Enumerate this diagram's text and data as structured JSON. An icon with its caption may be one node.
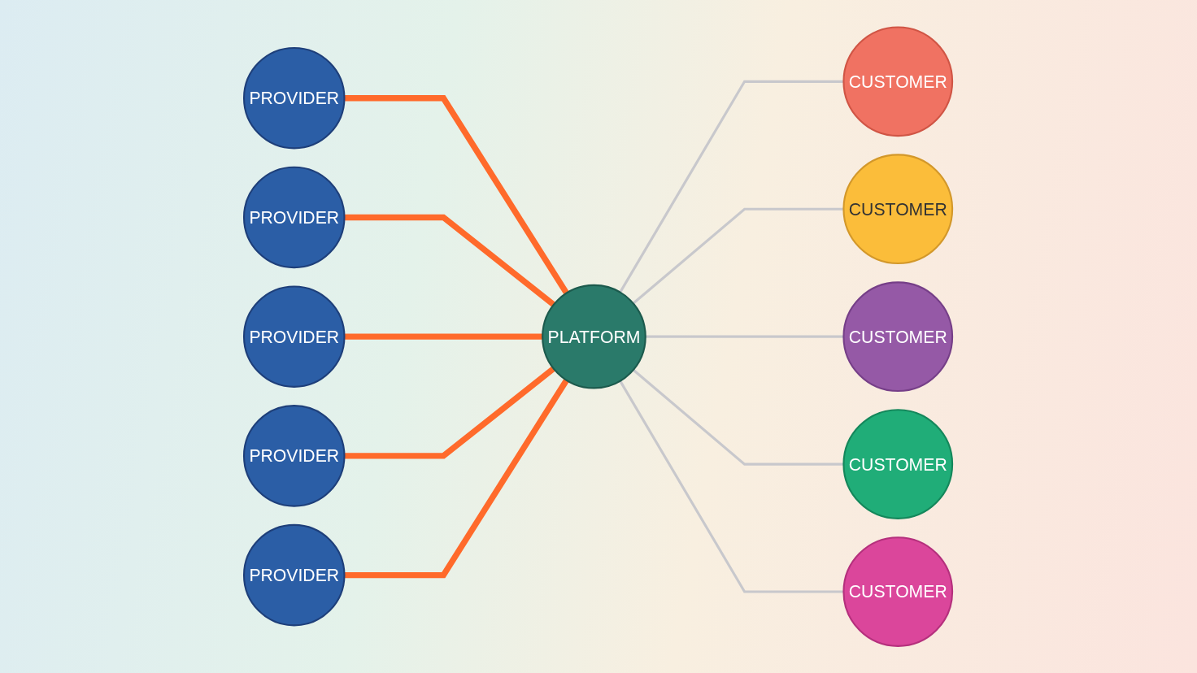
{
  "diagram": {
    "nodes": [
      {
        "text": [
          "PROVIDER"
        ]
      },
      {
        "text": [
          "PROVIDER"
        ]
      },
      {
        "text": [
          "PROVIDER"
        ]
      },
      {
        "text": [
          "PROVIDER"
        ]
      },
      {
        "text": [
          "PROVIDER"
        ]
      },
      {
        "text": [
          "PLATFORM"
        ]
      },
      {
        "text": [
          "CUSTOMER"
        ]
      },
      {
        "text": [
          "CUSTOMER"
        ]
      },
      {
        "text": [
          "CUSTOMER"
        ]
      },
      {
        "text": [
          "CUSTOMER"
        ]
      },
      {
        "text": [
          "CUSTOMER"
        ]
      }
    ],
    "edges": [
      {
        "from": 0,
        "to": 5,
        "arrow": "none",
        "style": "thick",
        "color": "#ff6a2b"
      },
      {
        "from": 1,
        "to": 5,
        "arrow": "none",
        "style": "thick",
        "color": "#ff6a2b"
      },
      {
        "from": 2,
        "to": 5,
        "arrow": "none",
        "style": "thick",
        "color": "#ff6a2b"
      },
      {
        "from": 3,
        "to": 5,
        "arrow": "none",
        "style": "thick",
        "color": "#ff6a2b"
      },
      {
        "from": 4,
        "to": 5,
        "arrow": "none",
        "style": "thick",
        "color": "#ff6a2b"
      },
      {
        "from": 5,
        "to": 6,
        "arrow": "none",
        "color": "#c8c8cc"
      },
      {
        "from": 5,
        "to": 7,
        "arrow": "none",
        "color": "#c8c8cc"
      },
      {
        "from": 5,
        "to": 8,
        "arrow": "none",
        "color": "#c8c8cc"
      },
      {
        "from": 5,
        "to": 9,
        "arrow": "none",
        "color": "#c8c8cc"
      },
      {
        "from": 5,
        "to": 10,
        "arrow": "none",
        "color": "#c8c8cc"
      }
    ]
  }
}
